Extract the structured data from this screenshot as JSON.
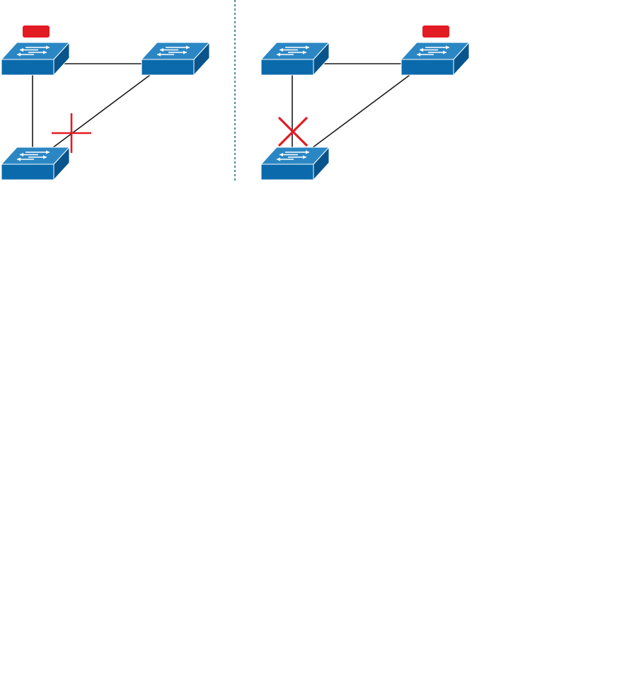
{
  "diagrams": [
    {
      "id": "left",
      "switches": [
        {
          "id": "top-left",
          "root_bridge": true
        },
        {
          "id": "top-right",
          "root_bridge": false
        },
        {
          "id": "bottom-left",
          "root_bridge": false
        }
      ],
      "links": [
        {
          "from": "top-left",
          "to": "top-right",
          "blocked": false
        },
        {
          "from": "top-left",
          "to": "bottom-left",
          "blocked": false
        },
        {
          "from": "top-right",
          "to": "bottom-left",
          "blocked": true,
          "marker": "plus"
        }
      ]
    },
    {
      "id": "right",
      "switches": [
        {
          "id": "top-left",
          "root_bridge": false
        },
        {
          "id": "top-right",
          "root_bridge": true
        },
        {
          "id": "bottom-left",
          "root_bridge": false
        }
      ],
      "links": [
        {
          "from": "top-left",
          "to": "top-right",
          "blocked": false
        },
        {
          "from": "top-left",
          "to": "bottom-left",
          "blocked": true,
          "marker": "x"
        },
        {
          "from": "top-right",
          "to": "bottom-left",
          "blocked": false
        }
      ]
    }
  ],
  "colors": {
    "switch_front": "#0a6aab",
    "switch_top": "#2b87c4",
    "switch_side": "#08558d",
    "switch_outline": "#ffffff",
    "arrow": "#ffffff",
    "root_badge": "#e31b23",
    "link": "#1a1a1a",
    "blocked_marker": "#e31b23",
    "divider": "#1f6f7a"
  },
  "icons": {
    "switch": "network-switch-icon",
    "root_badge": "root-bridge-badge-icon",
    "blocked_marker": "blocked-port-icon"
  }
}
